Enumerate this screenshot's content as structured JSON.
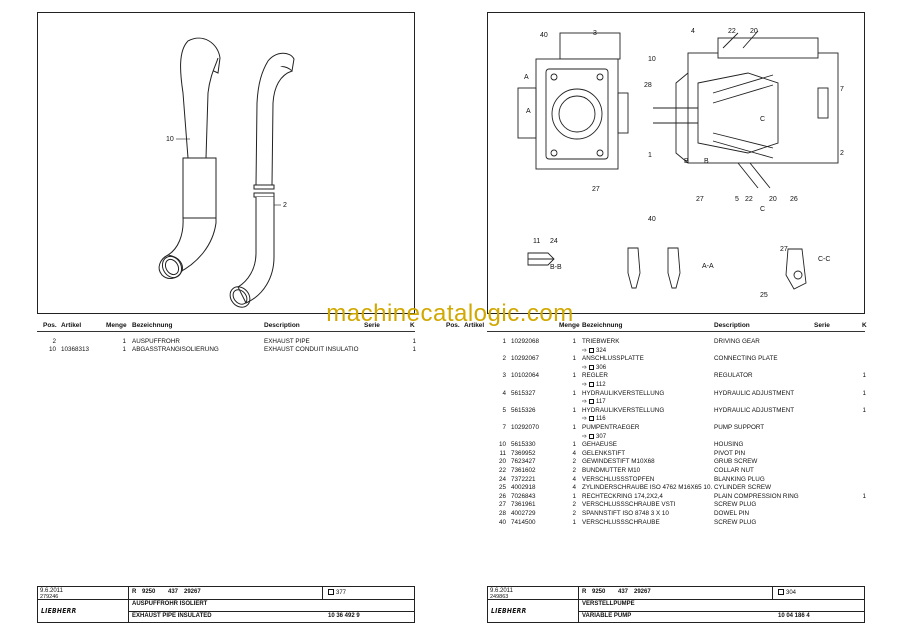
{
  "watermark": "machinecatalogic.com",
  "left_page": {
    "callouts": [
      "10",
      "2"
    ],
    "headers": {
      "pos": "Pos.",
      "artikel": "Artikel",
      "menge": "Menge",
      "bezeichnung": "Bezeichnung",
      "description": "Description",
      "serie": "Serie",
      "k": "K"
    },
    "rows": [
      {
        "pos": "2",
        "artikel": "",
        "menge": "1",
        "bez": "AUSPUFFROHR",
        "desc": "EXHAUST PIPE",
        "k": "1"
      },
      {
        "pos": "10",
        "artikel": "10368313",
        "menge": "1",
        "bez": "ABGASSTRANGISOLIERUNG",
        "desc": "EXHAUST CONDUIT INSULATIO",
        "k": "1"
      }
    ],
    "title_block": {
      "date": "9.6.2011",
      "doc_no": "279246",
      "model": "R",
      "model_no": "9250",
      "code1": "437",
      "code2": "29267",
      "page_ref": "377",
      "title_de": "AUSPUFFROHR ISOLIERT",
      "title_en": "EXHAUST PIPE INSULATED",
      "part_no": "10 36 492 9",
      "logo": "LIEBHERR"
    }
  },
  "right_page": {
    "callouts": {
      "top": [
        "40",
        "3",
        "4",
        "22",
        "20",
        "10",
        "28",
        "1",
        "7",
        "2",
        "27",
        "5",
        "22",
        "20",
        "26",
        "27"
      ],
      "section_labels": [
        "A",
        "A",
        "B",
        "B",
        "C",
        "C",
        "A-A",
        "B-B",
        "C-C"
      ],
      "details": [
        "11",
        "24",
        "40",
        "27",
        "25"
      ]
    },
    "headers": {
      "pos": "Pos.",
      "artikel": "Artikel",
      "menge": "Menge",
      "bezeichnung": "Bezeichnung",
      "description": "Description",
      "serie": "Serie",
      "k": "K"
    },
    "rows": [
      {
        "pos": "1",
        "artikel": "10292068",
        "menge": "1",
        "bez": "TRIEBWERK",
        "desc": "DRIVING GEAR",
        "k": "",
        "ref": "324"
      },
      {
        "pos": "2",
        "artikel": "10292067",
        "menge": "1",
        "bez": "ANSCHLUSSPLATTE",
        "desc": "CONNECTING PLATE",
        "k": "",
        "ref": "306"
      },
      {
        "pos": "3",
        "artikel": "10102064",
        "menge": "1",
        "bez": "REGLER",
        "desc": "REGULATOR",
        "k": "1",
        "ref": "112"
      },
      {
        "pos": "4",
        "artikel": "5615327",
        "menge": "1",
        "bez": "HYDRAULIKVERSTELLUNG",
        "desc": "HYDRAULIC ADJUSTMENT",
        "k": "1",
        "ref": "117"
      },
      {
        "pos": "5",
        "artikel": "5615326",
        "menge": "1",
        "bez": "HYDRAULIKVERSTELLUNG",
        "desc": "HYDRAULIC ADJUSTMENT",
        "k": "1",
        "ref": "116"
      },
      {
        "pos": "7",
        "artikel": "10292070",
        "menge": "1",
        "bez": "PUMPENTRAEGER",
        "desc": "PUMP SUPPORT",
        "k": "",
        "ref": "307"
      },
      {
        "pos": "10",
        "artikel": "5615330",
        "menge": "1",
        "bez": "GEHAEUSE",
        "desc": "HOUSING",
        "k": ""
      },
      {
        "pos": "11",
        "artikel": "7369952",
        "menge": "4",
        "bez": "GELENKSTIFT",
        "desc": "PIVOT PIN",
        "k": ""
      },
      {
        "pos": "20",
        "artikel": "7623427",
        "menge": "2",
        "bez": "GEWINDESTIFT M10X68",
        "desc": "GRUB SCREW",
        "k": ""
      },
      {
        "pos": "22",
        "artikel": "7361602",
        "menge": "2",
        "bez": "BUNDMUTTER M10",
        "desc": "COLLAR NUT",
        "k": ""
      },
      {
        "pos": "24",
        "artikel": "7372221",
        "menge": "4",
        "bez": "VERSCHLUSSSTOPFEN",
        "desc": "BLANKING PLUG",
        "k": ""
      },
      {
        "pos": "25",
        "artikel": "4002918",
        "menge": "4",
        "bez": "ZYLINDERSCHRAUBE ISO 4762 M16X65 10.",
        "desc": "CYLINDER SCREW",
        "k": ""
      },
      {
        "pos": "26",
        "artikel": "7026843",
        "menge": "1",
        "bez": "RECHTECKRING 174,2X2,4",
        "desc": "PLAIN COMPRESSION RING",
        "k": "1"
      },
      {
        "pos": "27",
        "artikel": "7361961",
        "menge": "2",
        "bez": "VERSCHLUSSSCHRAUBE VSTI",
        "desc": "SCREW PLUG",
        "k": ""
      },
      {
        "pos": "28",
        "artikel": "4002729",
        "menge": "2",
        "bez": "SPANNSTIFT ISO 8748 3 X 10",
        "desc": "DOWEL PIN",
        "k": ""
      },
      {
        "pos": "40",
        "artikel": "7414500",
        "menge": "1",
        "bez": "VERSCHLUSSSCHRAUBE",
        "desc": "SCREW PLUG",
        "k": ""
      }
    ],
    "title_block": {
      "date": "9.6.2011",
      "doc_no": "249863",
      "model": "R",
      "model_no": "9250",
      "code1": "437",
      "code2": "29267",
      "page_ref": "304",
      "title_de": "VERSTELLPUMPE",
      "title_en": "VARIABLE PUMP",
      "part_no": "10 04 186 4",
      "logo": "LIEBHERR"
    }
  }
}
